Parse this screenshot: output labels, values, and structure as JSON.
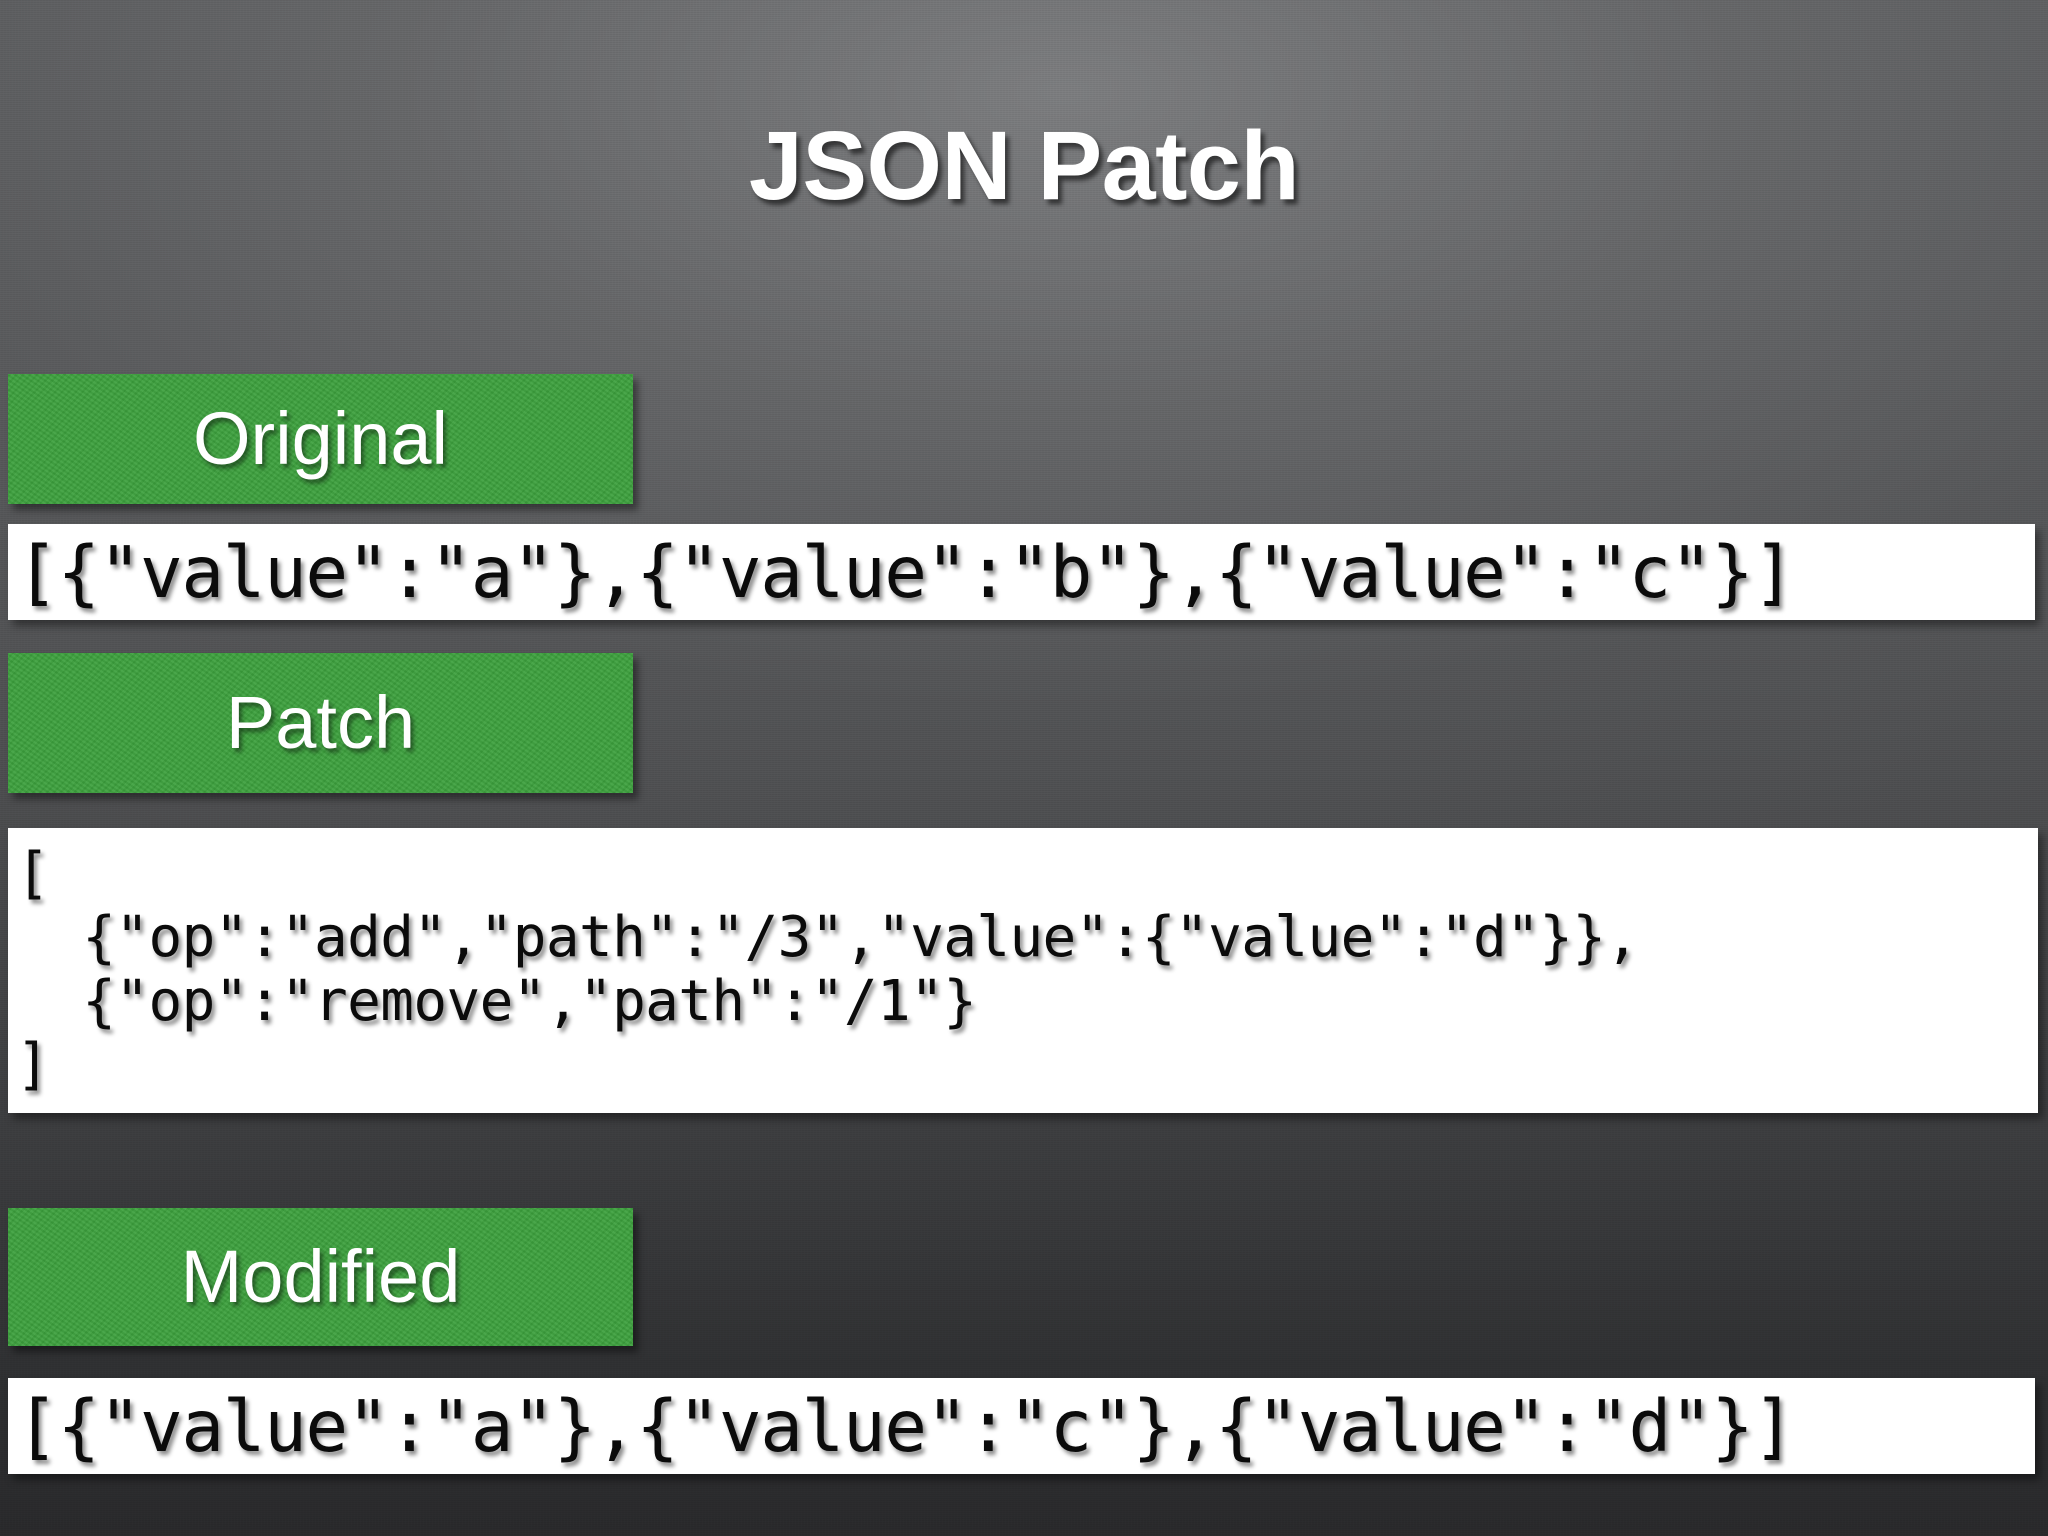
{
  "slide": {
    "title": "JSON Patch",
    "background_top_color": "#5c5d5f",
    "background_bottom_color": "#29292b",
    "accent_color": "#3ba03c",
    "panel_color": "#ffffff",
    "text_color": "#0b0b0b"
  },
  "sections": [
    {
      "label": "Original",
      "lines": [
        "[{\"value\":\"a\"},{\"value\":\"b\"},{\"value\":\"c\"}]"
      ]
    },
    {
      "label": "Patch",
      "lines": [
        "[",
        "  {\"op\":\"add\",\"path\":\"/3\",\"value\":{\"value\":\"d\"}},",
        "  {\"op\":\"remove\",\"path\":\"/1\"}",
        "]"
      ]
    },
    {
      "label": "Modified",
      "lines": [
        "[{\"value\":\"a\"},{\"value\":\"c\"},{\"value\":\"d\"}]"
      ]
    }
  ],
  "code": {
    "original": "[{\"value\":\"a\"},{\"value\":\"b\"},{\"value\":\"c\"}]",
    "patch_line_1": "[",
    "patch_line_2": "  {\"op\":\"add\",\"path\":\"/3\",\"value\":{\"value\":\"d\"}},",
    "patch_line_3": "  {\"op\":\"remove\",\"path\":\"/1\"}",
    "patch_line_4": "]",
    "modified": "[{\"value\":\"a\"},{\"value\":\"c\"},{\"value\":\"d\"}]"
  },
  "labels": {
    "original": "Original",
    "patch": "Patch",
    "modified": "Modified"
  }
}
